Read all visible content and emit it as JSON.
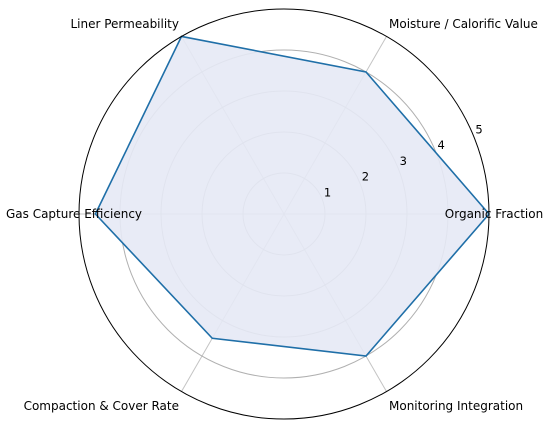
{
  "chart_data": {
    "type": "radar",
    "title": "",
    "axes": [
      "Organic Fraction",
      "Moisture / Calorific Value",
      "Liner Permeability",
      "Gas Capture Efficiency",
      "Compaction & Cover Rate",
      "Monitoring Integration"
    ],
    "series": [
      {
        "values": [
          5,
          4,
          5,
          4.6,
          3.5,
          4
        ]
      }
    ],
    "rlim": [
      0,
      5
    ],
    "rticks": [
      1,
      2,
      3,
      4,
      5
    ],
    "grid": true,
    "colors": {
      "line": "#1f6fa8",
      "fill": "#e6e9f5",
      "grid": "#b0b0b0",
      "spoke": "#c4c4c4",
      "frame": "#000000"
    }
  }
}
